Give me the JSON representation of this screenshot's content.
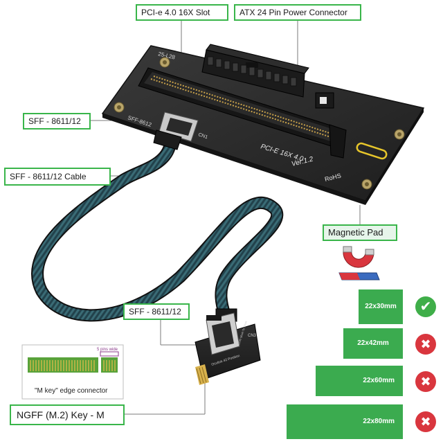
{
  "callouts": {
    "pcie_slot": "PCI-e 4.0 16X Slot",
    "atx_power": "ATX 24 Pin Power Connector",
    "sff_top": "SFF - 8611/12",
    "sff_cable": "SFF - 8611/12 Cable",
    "magnetic_pad": "Magnetic Pad",
    "sff_bottom": "SFF - 8611/12",
    "ngff": "NGFF (M.2) Key - M"
  },
  "board_print": {
    "model": "25-L28",
    "slot_label": "PCI-E 16X 4.0",
    "version": "Ver:1.2",
    "rohs": "RoHS",
    "sff_silk": "SFF-8612",
    "cn": "CN1"
  },
  "m2_adapter": {
    "brand": "Oculink 42 Position",
    "small_print": "2230 Short To Short",
    "cn": "CN3"
  },
  "mkey_inset": {
    "pins_note": "5 pins wide",
    "caption": "\"M key\" edge connector"
  },
  "sizes": [
    {
      "label": "22x30mm",
      "supported": true
    },
    {
      "label": "22x42mm",
      "supported": false
    },
    {
      "label": "22x60mm",
      "supported": false
    },
    {
      "label": "22x80mm",
      "supported": false
    }
  ],
  "colors": {
    "accent_green": "#39b54a",
    "pcb_black": "#2b2b2b",
    "card_green": "#3bab4f",
    "check_green": "#3fae49",
    "cross_red": "#d9363e"
  },
  "icons": {
    "supported": "check-icon",
    "unsupported": "cross-icon"
  }
}
